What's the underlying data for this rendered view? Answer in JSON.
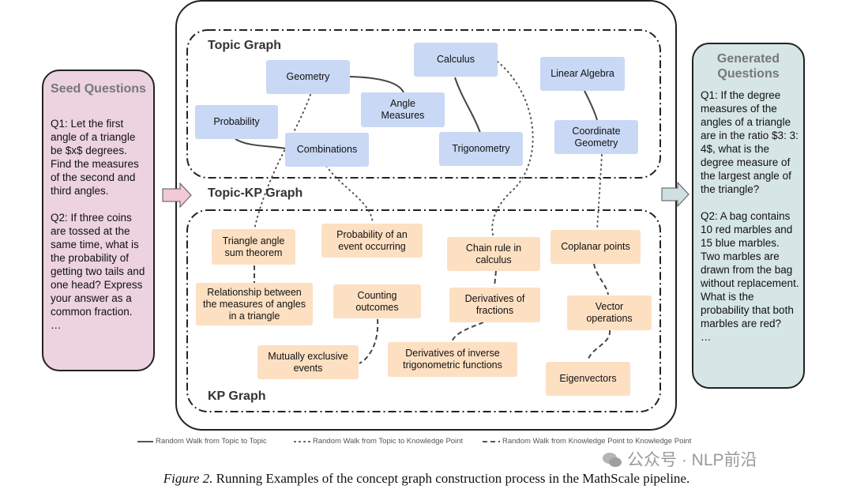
{
  "seed_panel": {
    "title": "Seed Questions",
    "body": "Q1: Let the first angle of a triangle be $x$ degrees. Find the measures of the second and third angles.\n\nQ2: If three coins are tossed at the same time, what is the probability of getting two tails and one head? Express your answer as a common fraction.\n…"
  },
  "generated_panel": {
    "title": "Generated Questions",
    "body": "Q1: If the degree measures of the angles of a triangle are in the ratio $3: 3: 4$, what is the degree measure of the largest angle of the triangle?\n\nQ2: A bag contains 10 red marbles and 15 blue marbles. Two marbles are drawn from the bag without replacement. What is the probability that both marbles are red?\n…"
  },
  "graph": {
    "topic_graph_label": "Topic Graph",
    "topic_kp_graph_label": "Topic-KP Graph",
    "kp_graph_label": "KP Graph",
    "topics": {
      "geometry": "Geometry",
      "probability": "Probability",
      "combinations": "Combinations",
      "angle_measures": "Angle Measures",
      "calculus": "Calculus",
      "trigonometry": "Trigonometry",
      "linear_algebra": "Linear Algebra",
      "coordinate_geometry": "Coordinate Geometry"
    },
    "kps": {
      "triangle_angle_sum": "Triangle angle sum theorem",
      "relationship_angles": "Relationship between the measures of angles in a triangle",
      "probability_event": "Probability of an event occurring",
      "counting_outcomes": "Counting outcomes",
      "mutually_exclusive": "Mutually exclusive events",
      "chain_rule": "Chain rule in calculus",
      "derivatives_fractions": "Derivatives of fractions",
      "derivatives_inverse_trig": "Derivatives of inverse trigonometric functions",
      "coplanar_points": "Coplanar points",
      "vector_operations": "Vector operations",
      "eigenvectors": "Eigenvectors"
    }
  },
  "legend": {
    "topic_to_topic": "Random Walk from Topic to Topic",
    "topic_to_kp": "Random Walk from Topic to Knowledge Point",
    "kp_to_kp": "Random Walk from Knowledge Point  to Knowledge Point"
  },
  "watermark": "公众号 · NLP前沿",
  "caption": {
    "figure_label": "Figure 2.",
    "text": "Running Examples of the concept graph construction process in the MathScale pipeline."
  },
  "colors": {
    "topic_node": "#c9d8f4",
    "kp_node": "#fde0c2",
    "seed_panel": "#ecd3df",
    "generated_panel": "#d6e5e5",
    "arrow_fill": "#f2c9d5",
    "arrow_fill_out": "#cfe0e2"
  }
}
